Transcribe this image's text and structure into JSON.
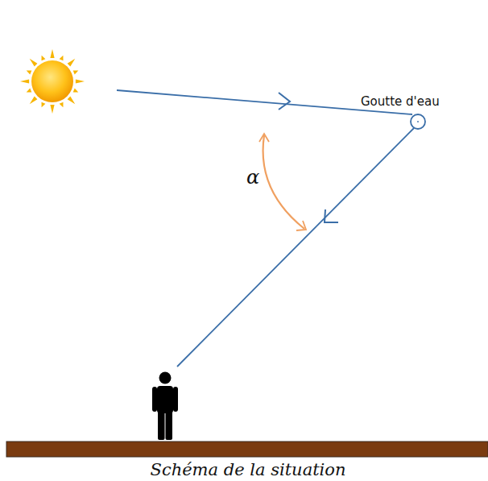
{
  "diagram": {
    "caption": "Schéma de la situation",
    "labels": [
      "Goutte d'eau",
      "α"
    ]
  }
}
